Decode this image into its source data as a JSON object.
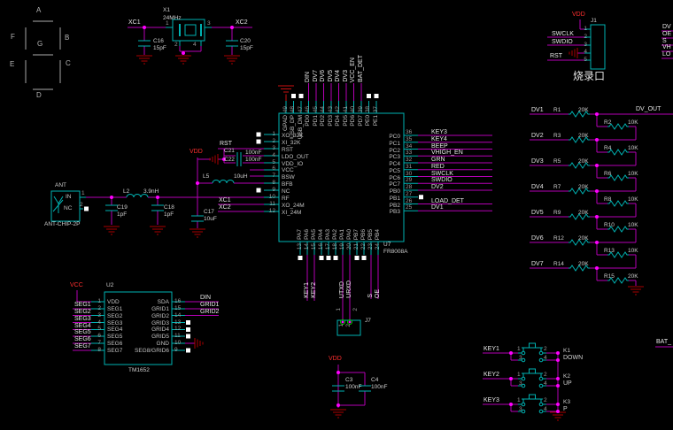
{
  "colors": {
    "wire": "#b400b4",
    "component": "#00b2b2",
    "power_text": "#ff2e2e",
    "ground": "#aa0000",
    "junction": "#ff00ff",
    "pad": "#00cc00",
    "nc_marker": "#ffffff",
    "text": "#d0d0d0",
    "pin_number": "#9b9b9b"
  },
  "seven_segment": {
    "a": "A",
    "f": "F",
    "b": "B",
    "g": "G",
    "e": "E",
    "c": "C",
    "d": "D"
  },
  "crystal": {
    "ref": "X1",
    "value": "24MHz",
    "net_left": "XC1",
    "net_right": "XC2",
    "pin_left": "1",
    "pin_right": "3",
    "pin_bl": "2",
    "pin_br": "4",
    "cap_left": {
      "ref": "C16",
      "value": "15pF"
    },
    "cap_right": {
      "ref": "C20",
      "value": "15pF"
    }
  },
  "j1": {
    "ref": "J1",
    "power": "VDD",
    "caption": "烧录口",
    "pins": [
      "1",
      "2",
      "3",
      "4",
      "5"
    ],
    "net_swclk": "SWCLK",
    "net_swdio": "SWDIO",
    "net_rst": "RST"
  },
  "edge_labels": [
    "DV",
    "OE",
    "S",
    "VH",
    "LO"
  ],
  "ic": {
    "ref": "U7",
    "part": "FR8008A",
    "power": "VDD",
    "reset_net": "RST",
    "c21": {
      "ref": "C21",
      "value": "100nF"
    },
    "c22": {
      "ref": "C22",
      "value": "100nF"
    },
    "l5": {
      "ref": "L5",
      "value": "10uH"
    },
    "c17": {
      "ref": "C17",
      "value": "10uF"
    },
    "xc1": "XC1",
    "xc2": "XC2",
    "top_pins": [
      {
        "n": "49",
        "name": "GPAD",
        "net": ""
      },
      {
        "n": "48",
        "name": "USB_DP",
        "net": ""
      },
      {
        "n": "47",
        "name": "USB_DM",
        "net": ""
      },
      {
        "n": "46",
        "name": "PD0",
        "net": "DIN"
      },
      {
        "n": "45",
        "name": "PD1",
        "net": "DV7"
      },
      {
        "n": "44",
        "name": "PD2",
        "net": "DV6"
      },
      {
        "n": "43",
        "name": "PD3",
        "net": "DV5"
      },
      {
        "n": "42",
        "name": "PD4",
        "net": "DV4"
      },
      {
        "n": "41",
        "name": "PD5",
        "net": "DV3"
      },
      {
        "n": "40",
        "name": "PD6",
        "net": "VCC_EN"
      },
      {
        "n": "39",
        "name": "PD7",
        "net": "BAT_DET"
      },
      {
        "n": "38",
        "name": "PE0",
        "net": ""
      },
      {
        "n": "37",
        "name": "PE1",
        "net": ""
      }
    ],
    "left_pins": [
      {
        "n": "1",
        "name": "XO_32K"
      },
      {
        "n": "2",
        "name": "XI_32K"
      },
      {
        "n": "3",
        "name": "RST"
      },
      {
        "n": "4",
        "name": "LDO_OUT"
      },
      {
        "n": "5",
        "name": "VDD_IO"
      },
      {
        "n": "6",
        "name": "VCC"
      },
      {
        "n": "7",
        "name": "BSW"
      },
      {
        "n": "8",
        "name": "BFB"
      },
      {
        "n": "9",
        "name": "NC"
      },
      {
        "n": "10",
        "name": "RF"
      },
      {
        "n": "11",
        "name": "XO_24M"
      },
      {
        "n": "12",
        "name": "XI_24M"
      }
    ],
    "right_pins": [
      {
        "n": "36",
        "name": "PC0",
        "net": "KEY3"
      },
      {
        "n": "35",
        "name": "PC1",
        "net": "KEY4"
      },
      {
        "n": "34",
        "name": "PC2",
        "net": "BEEP"
      },
      {
        "n": "33",
        "name": "PC3",
        "net": "VHIGH_EN"
      },
      {
        "n": "32",
        "name": "PC4",
        "net": "GRN"
      },
      {
        "n": "31",
        "name": "PC5",
        "net": "RED"
      },
      {
        "n": "30",
        "name": "PC6",
        "net": "SWCLK"
      },
      {
        "n": "29",
        "name": "PC7",
        "net": "SWDIO"
      },
      {
        "n": "28",
        "name": "PB0",
        "net": "DV2"
      },
      {
        "n": "27",
        "name": "PB1",
        "net": ""
      },
      {
        "n": "26",
        "name": "PB2",
        "net": "LOAD_DET"
      },
      {
        "n": "25",
        "name": "PB3",
        "net": "DV1"
      }
    ],
    "bottom_pins": [
      {
        "n": "13",
        "name": "PA7",
        "net": ""
      },
      {
        "n": "14",
        "name": "PA6",
        "net": "KEY1"
      },
      {
        "n": "15",
        "name": "PA5",
        "net": "KEY2"
      },
      {
        "n": "16",
        "name": "PA4",
        "net": ""
      },
      {
        "n": "17",
        "name": "PA3",
        "net": ""
      },
      {
        "n": "18",
        "name": "PA2",
        "net": ""
      },
      {
        "n": "19",
        "name": "PA1",
        "net": "UTXD"
      },
      {
        "n": "20",
        "name": "PA0",
        "net": "URXD"
      },
      {
        "n": "21",
        "name": "PB7",
        "net": ""
      },
      {
        "n": "22",
        "name": "PB6",
        "net": ""
      },
      {
        "n": "23",
        "name": "PB5",
        "net": "S"
      },
      {
        "n": "24",
        "name": "PB4",
        "net": "OE"
      }
    ]
  },
  "ant": {
    "ref": "ANT",
    "part": "ANT-CHIP-2P",
    "pin1": "1",
    "pin2": "2",
    "in_label": "IN",
    "nc_label": "NC",
    "c19": {
      "ref": "C19",
      "value": "1pF"
    },
    "l2": {
      "ref": "L2",
      "value": "3.9nH"
    },
    "c18": {
      "ref": "C18",
      "value": "1pF"
    }
  },
  "ladder": {
    "out_net": "DV_OUT",
    "rows": [
      {
        "net": "DV1",
        "ref": "R1",
        "value": "20K"
      },
      {
        "net": "DV2",
        "ref": "R3",
        "value": "20K"
      },
      {
        "net": "DV3",
        "ref": "R5",
        "value": "20K"
      },
      {
        "net": "DV4",
        "ref": "R7",
        "value": "20K"
      },
      {
        "net": "DV5",
        "ref": "R9",
        "value": "20K"
      },
      {
        "net": "DV6",
        "ref": "R12",
        "value": "20K"
      },
      {
        "net": "DV7",
        "ref": "R14",
        "value": "20K"
      }
    ],
    "shunts": [
      {
        "ref": "R2",
        "value": "10K"
      },
      {
        "ref": "R4",
        "value": "10K"
      },
      {
        "ref": "R6",
        "value": "10K"
      },
      {
        "ref": "R8",
        "value": "10K"
      },
      {
        "ref": "R10",
        "value": "10K"
      },
      {
        "ref": "R13",
        "value": "10K"
      }
    ],
    "last": {
      "ref": "R15",
      "value": "20K"
    }
  },
  "u2": {
    "ref": "U2",
    "part": "TM1652",
    "power": "VCC",
    "left_pins": [
      {
        "n": "1",
        "name": "VDD"
      },
      {
        "n": "2",
        "name": "SEG1"
      },
      {
        "n": "3",
        "name": "SEG2"
      },
      {
        "n": "4",
        "name": "SEG3"
      },
      {
        "n": "5",
        "name": "SEG4"
      },
      {
        "n": "6",
        "name": "SEG5"
      },
      {
        "n": "7",
        "name": "SEG6"
      },
      {
        "n": "8",
        "name": "SEG7"
      }
    ],
    "right_pins": [
      {
        "n": "16",
        "name": "SDA",
        "net": "DIN"
      },
      {
        "n": "15",
        "name": "GRID1",
        "net": "GRID1"
      },
      {
        "n": "14",
        "name": "GRID2",
        "net": "GRID2"
      },
      {
        "n": "13",
        "name": "GRID3",
        "net": ""
      },
      {
        "n": "12",
        "name": "GRID4",
        "net": ""
      },
      {
        "n": "11",
        "name": "GRID5",
        "net": ""
      },
      {
        "n": "10",
        "name": "GND",
        "net": ""
      },
      {
        "n": "9",
        "name": "SEG8/GRID6",
        "net": ""
      }
    ],
    "seg_nets": [
      "SEG1",
      "SEG2",
      "SEG3",
      "SEG4",
      "SEG5",
      "SEG6",
      "SEG7"
    ]
  },
  "j7": {
    "ref": "J7",
    "pin1": "1",
    "pin2": "2"
  },
  "decap": {
    "power": "VDD",
    "c3": {
      "ref": "C3",
      "value": "100nF"
    },
    "c4": {
      "ref": "C4",
      "value": "100nF"
    }
  },
  "keys": {
    "pins": [
      "1",
      "2",
      "3",
      "4"
    ],
    "bat_net": "BAT_",
    "rows": [
      {
        "net": "KEY1",
        "ref": "K1",
        "label": "DOWN"
      },
      {
        "net": "KEY2",
        "ref": "K2",
        "label": "UP"
      },
      {
        "net": "KEY3",
        "ref": "K3",
        "label": "P"
      }
    ]
  }
}
